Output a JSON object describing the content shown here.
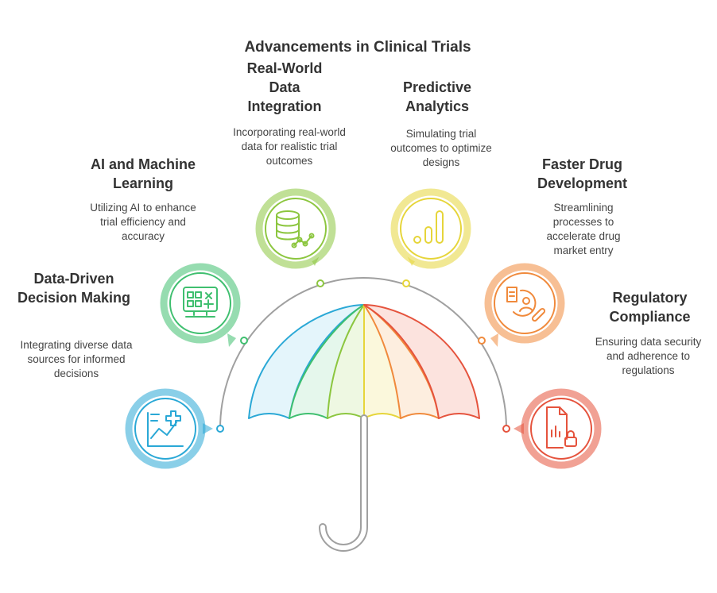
{
  "title": "Advancements in Clinical Trials",
  "items": [
    {
      "heading": "Data-Driven Decision Making",
      "description": "Integrating diverse data sources for informed decisions",
      "color": "#2aa8d6",
      "icon": "chart-plus-icon"
    },
    {
      "heading": "AI and Machine Learning",
      "description": "Utilizing AI to enhance trial efficiency and accuracy",
      "color": "#3fbf6f",
      "icon": "calculator-screen-icon"
    },
    {
      "heading": "Real-World Data Integration",
      "description": "Incorporating real-world data for realistic trial outcomes",
      "color": "#8cc63f",
      "icon": "database-graph-icon"
    },
    {
      "heading": "Predictive Analytics",
      "description": "Simulating trial outcomes to optimize designs",
      "color": "#e6d53a",
      "icon": "bar-chart-icon"
    },
    {
      "heading": "Faster Drug Development",
      "description": "Streamlining processes to accelerate drug market entry",
      "color": "#f08a3c",
      "icon": "document-person-pill-icon"
    },
    {
      "heading": "Regulatory Compliance",
      "description": "Ensuring data security and adherence to regulations",
      "color": "#e5533d",
      "icon": "document-lock-icon"
    }
  ],
  "umbrella": {
    "panel_colors": [
      "#2aa8d6",
      "#3fbf6f",
      "#8cc63f",
      "#e6d53a",
      "#f08a3c",
      "#e5533d"
    ],
    "panel_fills": [
      "#e4f5fb",
      "#e5f7ec",
      "#eef8e2",
      "#fbf8dc",
      "#fdeedf",
      "#fce3de"
    ],
    "handle_color": "#a0a0a0"
  }
}
